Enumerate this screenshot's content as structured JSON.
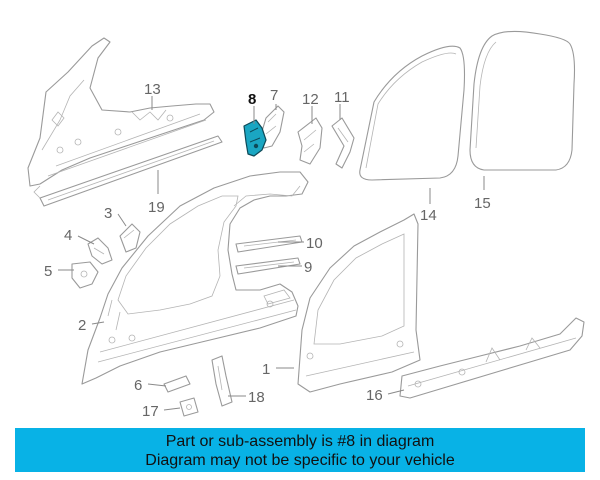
{
  "diagram": {
    "highlight_color": "#1aa6c2",
    "callouts": {
      "c1": "1",
      "c2": "2",
      "c3": "3",
      "c4": "4",
      "c5": "5",
      "c6": "6",
      "c7": "7",
      "c8": "8",
      "c9": "9",
      "c10": "10",
      "c11": "11",
      "c12": "12",
      "c13": "13",
      "c14": "14",
      "c15": "15",
      "c16": "16",
      "c17": "17",
      "c18": "18",
      "c19": "19"
    }
  },
  "banner": {
    "background": "#08b2e6",
    "line1": "Part or sub-assembly is #8 in diagram",
    "line2": "Diagram may not be specific to your vehicle"
  }
}
